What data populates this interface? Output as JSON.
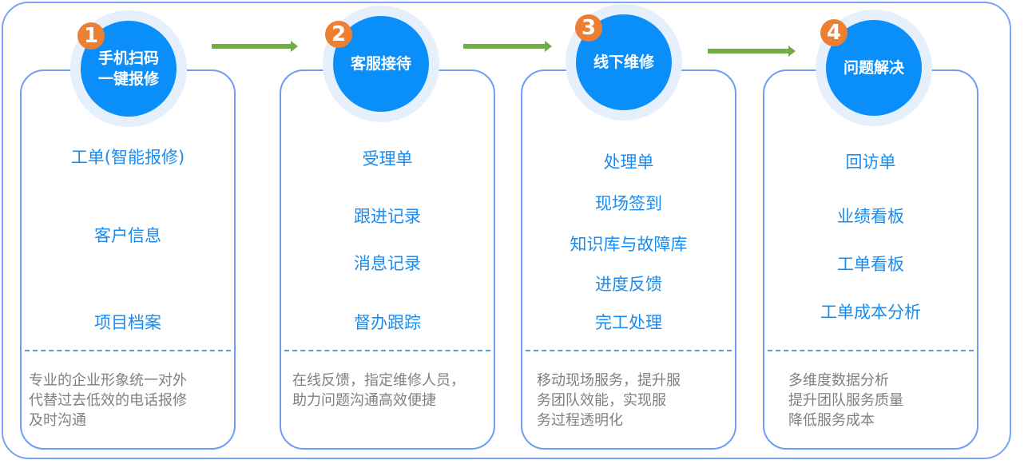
{
  "steps": [
    {
      "number": "1",
      "title_lines": [
        "手机扫码",
        "一键报修"
      ],
      "items": [
        "工单(智能报修)",
        "客户信息",
        "项目档案"
      ],
      "desc": [
        "专业的企业形象统一对外",
        "代替过去低效的电话报修",
        "及时沟通"
      ]
    },
    {
      "number": "2",
      "title_lines": [
        "客服接待"
      ],
      "items": [
        "受理单",
        "跟进记录",
        "消息记录",
        "督办跟踪"
      ],
      "desc": [
        "在线反馈，指定维修人员，",
        "助力问题沟通高效便捷"
      ]
    },
    {
      "number": "3",
      "title_lines": [
        "线下维修"
      ],
      "items": [
        "处理单",
        "现场签到",
        "知识库与故障库",
        "进度反馈",
        "完工处理"
      ],
      "desc": [
        "移动现场服务，提升服",
        "务团队效能，实现服",
        "务过程透明化"
      ]
    },
    {
      "number": "4",
      "title_lines": [
        "问题解决"
      ],
      "items": [
        "回访单",
        "业绩看板",
        "工单看板",
        "工单成本分析"
      ],
      "desc": [
        "多维度数据分析",
        "提升团队服务质量",
        "降低服务成本"
      ]
    }
  ],
  "colors": {
    "accent": "#0a8ffa",
    "badge": "#ec7f32",
    "arrow": "#70ad47",
    "border": "#6f9cf5",
    "item_text": "#1a8cf0",
    "desc_text": "#808080"
  }
}
